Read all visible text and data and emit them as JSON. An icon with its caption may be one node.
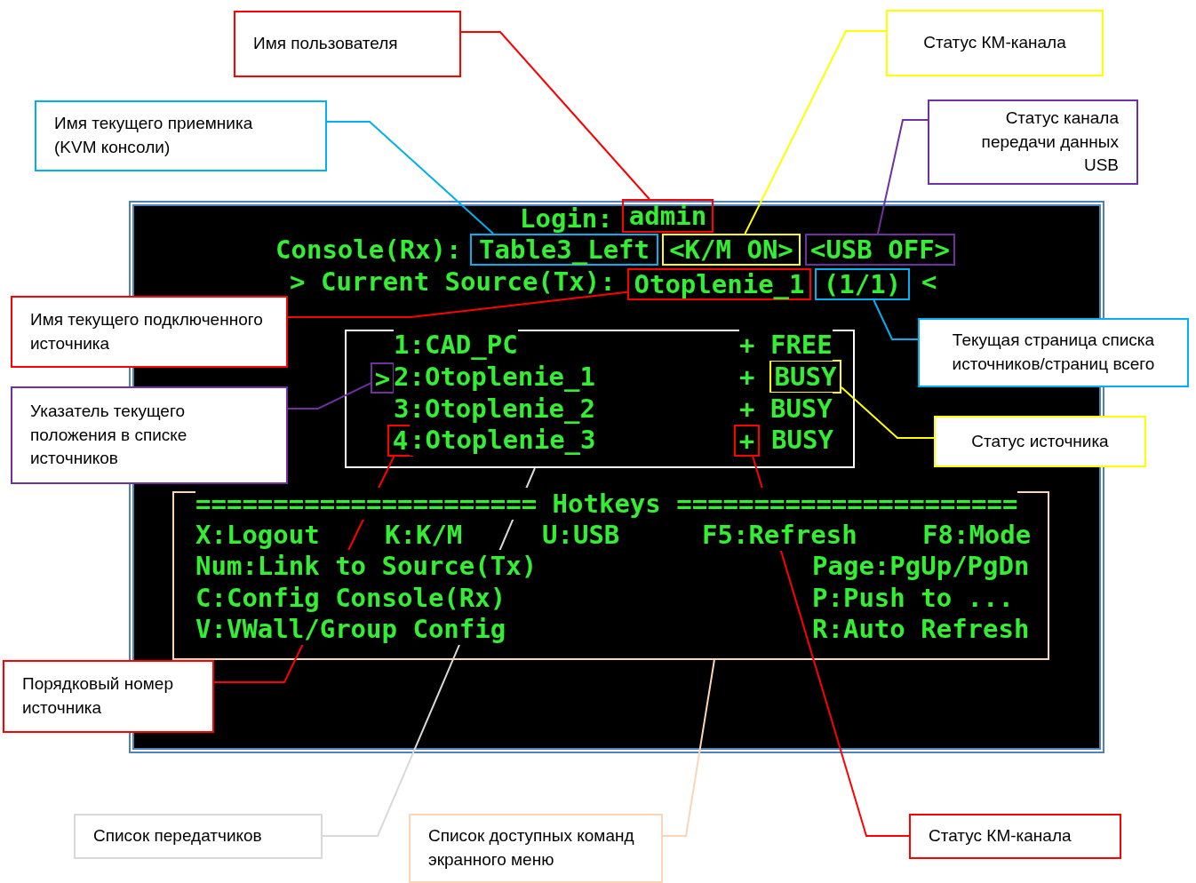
{
  "diagram": {
    "nodes": [
      {
        "text": [
          "Имя пользователя"
        ]
      },
      {
        "text": [
          "Статус КМ-канала"
        ]
      },
      {
        "text": [
          "Имя текущего приемника (KVM консоли)"
        ]
      },
      {
        "text": [
          "Статус канала передачи данных USB"
        ]
      },
      {
        "text": [
          "Login:",
          "Console(Rx):",
          "> Current Source(Tx):",
          "<"
        ]
      },
      {
        "text": [
          "admin"
        ],
        "in": 4
      },
      {
        "text": [
          "Table3_Left"
        ],
        "in": 4
      },
      {
        "text": [
          "<K/M ON>"
        ],
        "in": 4
      },
      {
        "text": [
          "<USB OFF>"
        ],
        "in": 4
      },
      {
        "text": [
          "Otoplenie_1"
        ],
        "in": 4
      },
      {
        "text": [
          "(1/1)"
        ],
        "in": 4
      },
      {
        "text": [
          "Имя текущего подключенного источника"
        ]
      },
      {
        "text": [
          "1:CAD_PC",
          "+ FREE",
          "2:Otoplenie_1",
          "+",
          "3:Otoplenie_2",
          "+ BUSY",
          ":Otoplenie_3",
          "BUSY"
        ],
        "in": 4
      },
      {
        "text": [
          ">"
        ],
        "in": 12
      },
      {
        "text": [
          "BUSY"
        ],
        "in": 12
      },
      {
        "text": [
          "4"
        ],
        "in": 12
      },
      {
        "text": [
          "+"
        ],
        "in": 12
      },
      {
        "text": [
          "Текущая страница списка источников/страниц всего"
        ]
      },
      {
        "text": [
          "Указатель текущего положения в списке источников"
        ]
      },
      {
        "text": [
          "Статус источника"
        ]
      },
      {
        "text": [
          "====================== Hotkeys ======================",
          "X:Logout",
          "K:K/M",
          "U:USB",
          "F5:Refresh",
          "F8:Mode",
          "Num:Link to Source(Tx)",
          "Page:PgUp/PgDn",
          "C:Config Console(Rx)",
          "P:Push to ...",
          "V:VWall/Group Config",
          "R:Auto Refresh"
        ],
        "in": 4
      },
      {
        "text": [
          "Порядковый номер источника"
        ]
      },
      {
        "text": [
          "Список передатчиков"
        ]
      },
      {
        "text": [
          "Список доступных команд экранного меню"
        ]
      },
      {
        "text": [
          "Статус КМ-канала"
        ]
      }
    ],
    "edges": [
      {
        "from": 0,
        "to": 5,
        "arrow": "none"
      },
      {
        "from": 1,
        "to": 7,
        "arrow": "none",
        "color": "#ffff00"
      },
      {
        "from": 2,
        "to": 6,
        "arrow": "none",
        "color": "#00b0f0"
      },
      {
        "from": 3,
        "to": 8,
        "arrow": "none",
        "color": "#7030a0"
      },
      {
        "from": 11,
        "to": 9,
        "arrow": "none"
      },
      {
        "from": 17,
        "to": 10,
        "arrow": "none",
        "color": "#00b0f0"
      },
      {
        "from": 18,
        "to": 13,
        "arrow": "none",
        "color": "#7030a0"
      },
      {
        "from": 19,
        "to": 14,
        "arrow": "none",
        "color": "#ffff00"
      },
      {
        "from": 21,
        "to": 15,
        "arrow": "none"
      },
      {
        "from": 22,
        "to": 12,
        "arrow": "none",
        "color": "#d9d9d9"
      },
      {
        "from": 23,
        "to": 20,
        "arrow": "none",
        "color": "#fbd5b5"
      },
      {
        "from": 24,
        "to": 16,
        "arrow": "none"
      }
    ]
  }
}
